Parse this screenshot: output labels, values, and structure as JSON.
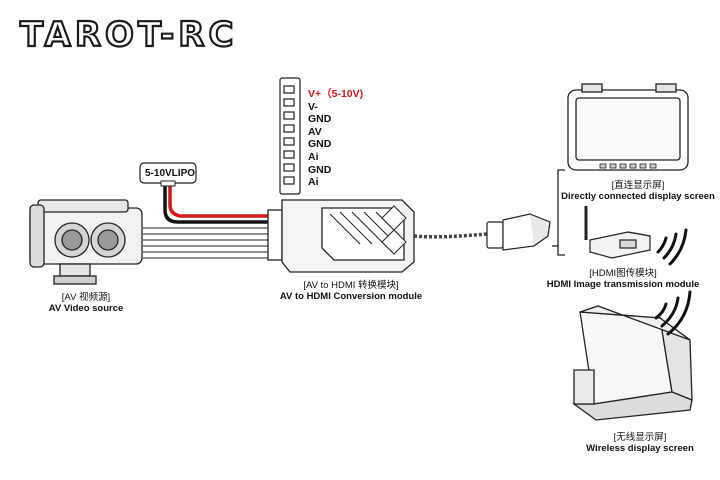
{
  "brand": {
    "logo_text": "TAROT-RC"
  },
  "pinout": [
    "V+（5-10V)",
    "V-",
    "GND",
    "AV",
    "GND",
    "Ai",
    "GND",
    "Ai"
  ],
  "battery": {
    "label": "5-10VLIPO"
  },
  "labels": {
    "av_source": {
      "cn": "[AV 视频源]",
      "en": "AV Video source"
    },
    "converter": {
      "cn": "[AV to HDMI 转换模块]",
      "en": "AV to HDMI Conversion module"
    },
    "direct_screen": {
      "cn": "[直连显示屏]",
      "en": "Directly connected display screen"
    },
    "hdmi_tx": {
      "cn": "[HDMI图传模块]",
      "en": "HDMI Image transmission module"
    },
    "wireless_screen": {
      "cn": "[无线显示屏]",
      "en": "Wireless display screen"
    }
  },
  "colors": {
    "power_wire": "#d01818",
    "ground_wire": "#111111",
    "accent_text": "#d01818"
  }
}
